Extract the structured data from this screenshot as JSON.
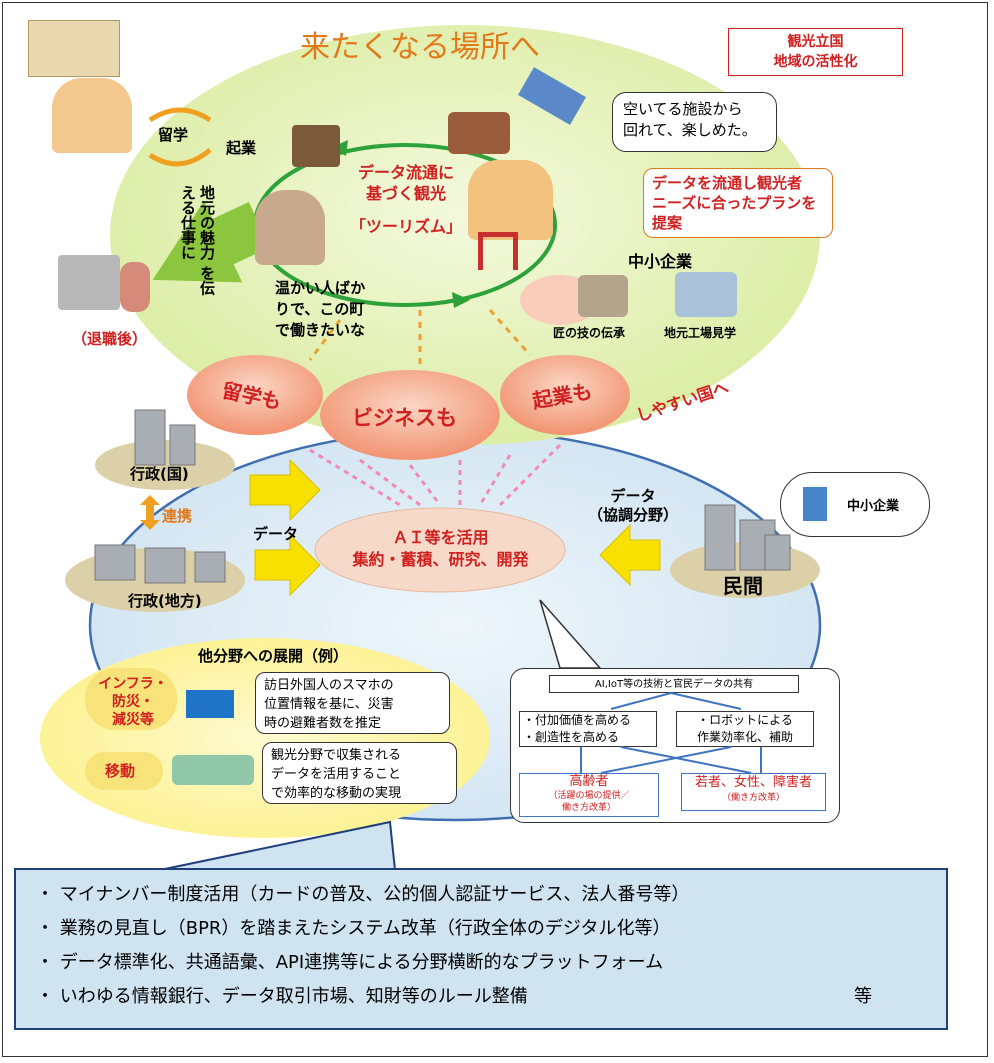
{
  "title": "来たくなる場所へ",
  "badge": [
    "観光立国",
    "地域の活性化"
  ],
  "top": {
    "ryugaku": "留学",
    "kigyo": "起業",
    "chimoto": [
      "地元の魅力",
      "を伝える仕事に"
    ],
    "taishoku": "（退職後）",
    "center": [
      "データ流通に",
      "基づく観光",
      "「ツーリズム」"
    ],
    "speech": [
      "空いてる施設から",
      "回れて、楽しめた。"
    ],
    "proposal": [
      "データを流通し観光者",
      "ニーズに合ったプランを",
      "提案"
    ],
    "chusho": "中小企業",
    "takumi": "匠の技の伝承",
    "kojo": "地元工場見学",
    "warm": [
      "温かい人ばか",
      "りで、この町",
      "で働きたいな"
    ]
  },
  "ovals": [
    "留学も",
    "ビジネスも",
    "起業も"
  ],
  "shiyasui": "しやすい国へ",
  "middle": {
    "gyosei_kuni": "行政(国)",
    "renkei": "連携",
    "gyosei_chiho": "行政(地方)",
    "data_left": "データ",
    "data_right": [
      "データ",
      "（協調分野）"
    ],
    "ai": [
      "ＡＩ等を活用",
      "集約・蓄積、研究、開発"
    ],
    "minkan": "民間",
    "chusho2": "中小企業"
  },
  "tenkai": {
    "title": "他分野への展開（例）",
    "infra": [
      "インフラ・",
      "防災・",
      "減災等"
    ],
    "infra_text": [
      "訪日外国人のスマホの",
      "位置情報を基に、災害",
      "時の避難者数を推定"
    ],
    "ido": "移動",
    "ido_text": [
      "観光分野で収集される",
      "データを活用すること",
      "で効率的な移動の実現"
    ]
  },
  "iot": {
    "title": "AI,IoT等の技術と官民データの共有",
    "left": [
      "・付加価値を高める",
      "・創造性を高める"
    ],
    "right": [
      "・ロボットによる",
      "作業効率化、補助"
    ],
    "elder": "高齢者",
    "elder_sub": [
      "（活躍の場の提供／",
      "働き方改革）"
    ],
    "young": "若者、女性、障害者",
    "young_sub": "（働き方改革）"
  },
  "bullets": [
    "・ マイナンバー制度活用（カードの普及、公的個人認証サービス、法人番号等）",
    "・ 業務の見直し（BPR）を踏まえたシステム改革（行政全体のデジタル化等）",
    "・ データ標準化、共通語彙、API連携等による分野横断的なプラットフォーム",
    "・ いわゆる情報銀行、データ取引市場、知財等のルール整備"
  ],
  "nado": "等",
  "colors": {
    "green": "#dff0b0",
    "blue": "#d6e8f4",
    "pink": "#f4a585",
    "red": "#d02020",
    "orange": "#e07a1a",
    "bullet_bg": "#cfe3f1"
  }
}
